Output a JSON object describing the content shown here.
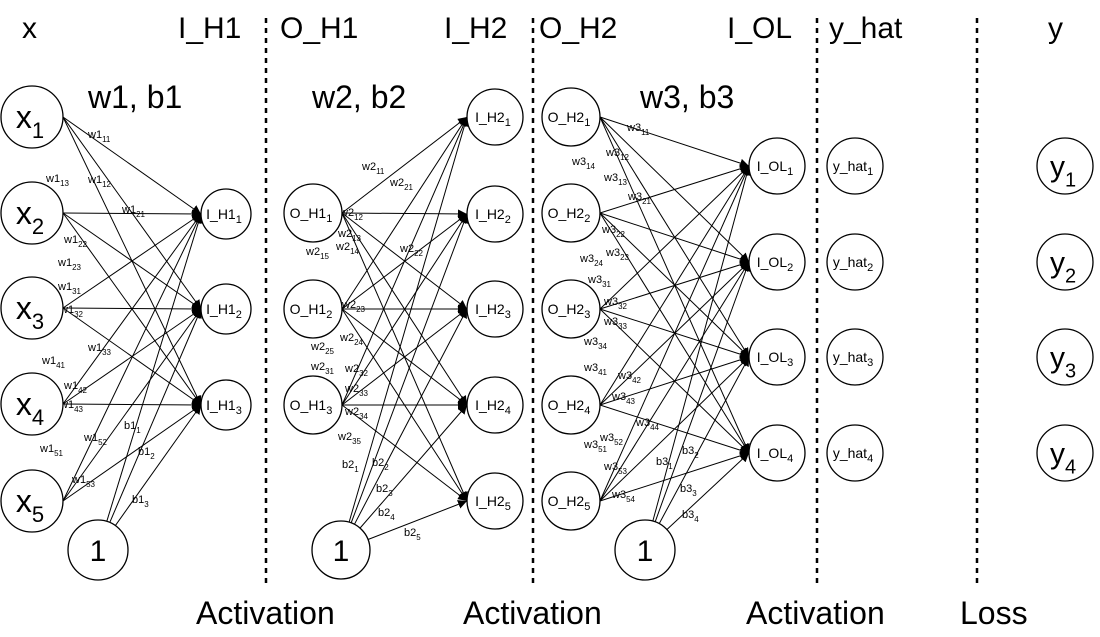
{
  "headers": {
    "x": "x",
    "i_h1": "I_H1",
    "o_h1": "O_H1",
    "i_h2": "I_H2",
    "o_h2": "O_H2",
    "i_ol": "I_OL",
    "y_hat": "y_hat",
    "y": "y"
  },
  "group_labels": {
    "g1": "w1, b1",
    "g2": "w2, b2",
    "g3": "w3, b3"
  },
  "footers": {
    "a1": "Activation",
    "a2": "Activation",
    "a3": "Activation",
    "loss": "Loss"
  },
  "bias_label": "1",
  "nodes": {
    "x": [
      {
        "b": "x",
        "s": "1"
      },
      {
        "b": "x",
        "s": "2"
      },
      {
        "b": "x",
        "s": "3"
      },
      {
        "b": "x",
        "s": "4"
      },
      {
        "b": "x",
        "s": "5"
      }
    ],
    "i_h1": [
      {
        "b": "I_H1",
        "s": "1"
      },
      {
        "b": "I_H1",
        "s": "2"
      },
      {
        "b": "I_H1",
        "s": "3"
      }
    ],
    "o_h1": [
      {
        "b": "O_H1",
        "s": "1"
      },
      {
        "b": "O_H1",
        "s": "2"
      },
      {
        "b": "O_H1",
        "s": "3"
      }
    ],
    "i_h2": [
      {
        "b": "I_H2",
        "s": "1"
      },
      {
        "b": "I_H2",
        "s": "2"
      },
      {
        "b": "I_H2",
        "s": "3"
      },
      {
        "b": "I_H2",
        "s": "4"
      },
      {
        "b": "I_H2",
        "s": "5"
      }
    ],
    "o_h2": [
      {
        "b": "O_H2",
        "s": "1"
      },
      {
        "b": "O_H2",
        "s": "2"
      },
      {
        "b": "O_H2",
        "s": "3"
      },
      {
        "b": "O_H2",
        "s": "4"
      },
      {
        "b": "O_H2",
        "s": "5"
      }
    ],
    "i_ol": [
      {
        "b": "I_OL",
        "s": "1"
      },
      {
        "b": "I_OL",
        "s": "2"
      },
      {
        "b": "I_OL",
        "s": "3"
      },
      {
        "b": "I_OL",
        "s": "4"
      }
    ],
    "y_hat": [
      {
        "b": "y_hat",
        "s": "1"
      },
      {
        "b": "y_hat",
        "s": "2"
      },
      {
        "b": "y_hat",
        "s": "3"
      },
      {
        "b": "y_hat",
        "s": "4"
      }
    ],
    "y": [
      {
        "b": "y",
        "s": "1"
      },
      {
        "b": "y",
        "s": "2"
      },
      {
        "b": "y",
        "s": "3"
      },
      {
        "b": "y",
        "s": "4"
      }
    ]
  },
  "weight_labels": {
    "w1": [
      {
        "b": "w1",
        "s": "11"
      },
      {
        "b": "w1",
        "s": "13"
      },
      {
        "b": "w1",
        "s": "12"
      },
      {
        "b": "w1",
        "s": "21"
      },
      {
        "b": "w1",
        "s": "22"
      },
      {
        "b": "w1",
        "s": "23"
      },
      {
        "b": "w1",
        "s": "31"
      },
      {
        "b": "w1",
        "s": "32"
      },
      {
        "b": "w1",
        "s": "33"
      },
      {
        "b": "w1",
        "s": "41"
      },
      {
        "b": "w1",
        "s": "42"
      },
      {
        "b": "w1",
        "s": "43"
      },
      {
        "b": "w1",
        "s": "51"
      },
      {
        "b": "w1",
        "s": "52"
      },
      {
        "b": "w1",
        "s": "53"
      }
    ],
    "b1": [
      {
        "b": "b1",
        "s": "1"
      },
      {
        "b": "b1",
        "s": "2"
      },
      {
        "b": "b1",
        "s": "3"
      }
    ],
    "w2": [
      {
        "b": "w2",
        "s": "11"
      },
      {
        "b": "w2",
        "s": "21"
      },
      {
        "b": "w2",
        "s": "12"
      },
      {
        "b": "w2",
        "s": "13"
      },
      {
        "b": "w2",
        "s": "14"
      },
      {
        "b": "w2",
        "s": "22"
      },
      {
        "b": "w2",
        "s": "15"
      },
      {
        "b": "w2",
        "s": "23"
      },
      {
        "b": "w2",
        "s": "24"
      },
      {
        "b": "w2",
        "s": "25"
      },
      {
        "b": "w2",
        "s": "31"
      },
      {
        "b": "w2",
        "s": "32"
      },
      {
        "b": "w2",
        "s": "33"
      },
      {
        "b": "w2",
        "s": "34"
      },
      {
        "b": "w2",
        "s": "35"
      }
    ],
    "b2": [
      {
        "b": "b2",
        "s": "1"
      },
      {
        "b": "b2",
        "s": "2"
      },
      {
        "b": "b2",
        "s": "3"
      },
      {
        "b": "b2",
        "s": "4"
      },
      {
        "b": "b2",
        "s": "5"
      }
    ],
    "w3": [
      {
        "b": "w3",
        "s": "11"
      },
      {
        "b": "w3",
        "s": "12"
      },
      {
        "b": "w3",
        "s": "14"
      },
      {
        "b": "w3",
        "s": "13"
      },
      {
        "b": "w3",
        "s": "21"
      },
      {
        "b": "w3",
        "s": "22"
      },
      {
        "b": "w3",
        "s": "23"
      },
      {
        "b": "w3",
        "s": "24"
      },
      {
        "b": "w3",
        "s": "31"
      },
      {
        "b": "w3",
        "s": "32"
      },
      {
        "b": "w3",
        "s": "33"
      },
      {
        "b": "w3",
        "s": "34"
      },
      {
        "b": "w3",
        "s": "41"
      },
      {
        "b": "w3",
        "s": "42"
      },
      {
        "b": "w3",
        "s": "43"
      },
      {
        "b": "w3",
        "s": "44"
      },
      {
        "b": "w3",
        "s": "51"
      },
      {
        "b": "w3",
        "s": "52"
      },
      {
        "b": "w3",
        "s": "53"
      },
      {
        "b": "w3",
        "s": "54"
      }
    ],
    "b3": [
      {
        "b": "b3",
        "s": "1"
      },
      {
        "b": "b3",
        "s": "2"
      },
      {
        "b": "b3",
        "s": "3"
      },
      {
        "b": "b3",
        "s": "4"
      }
    ]
  }
}
